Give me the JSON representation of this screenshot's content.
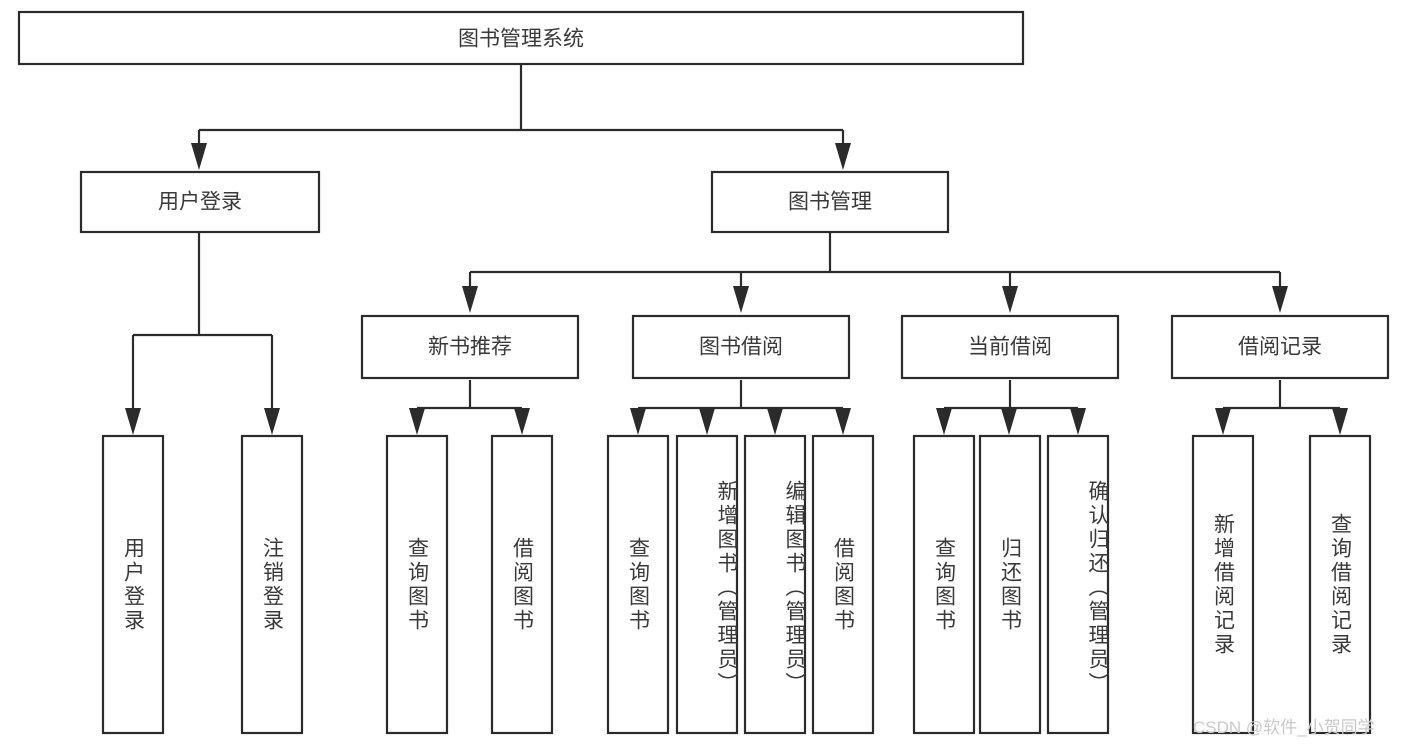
{
  "diagram": {
    "title": "图书管理系统",
    "watermark": "CSDN @软件_小贺同学",
    "colors": {
      "stroke": "#2b2b2b",
      "text": "#3a3a3a",
      "background": "#ffffff",
      "watermark": "#c9c9c9"
    },
    "root": {
      "label": "图书管理系统"
    },
    "level2": [
      {
        "label": "用户登录"
      },
      {
        "label": "图书管理"
      }
    ],
    "level3": [
      {
        "label": "新书推荐"
      },
      {
        "label": "图书借阅"
      },
      {
        "label": "当前借阅"
      },
      {
        "label": "借阅记录"
      }
    ],
    "leaves": {
      "user_login": [
        {
          "label": "用户登录"
        },
        {
          "label": "注销登录"
        }
      ],
      "new_book_recommend": [
        {
          "label": "查询图书"
        },
        {
          "label": "借阅图书"
        }
      ],
      "book_borrow": [
        {
          "label": "查询图书"
        },
        {
          "label": "新增图书（管理员）"
        },
        {
          "label": "编辑图书（管理员）"
        },
        {
          "label": "借阅图书"
        }
      ],
      "current_borrow": [
        {
          "label": "查询图书"
        },
        {
          "label": "归还图书"
        },
        {
          "label": "确认归还（管理员）"
        }
      ],
      "borrow_record": [
        {
          "label": "新增借阅记录"
        },
        {
          "label": "查询借阅记录"
        }
      ]
    }
  },
  "chart_data": {
    "type": "table",
    "title": "图书管理系统 功能结构图",
    "nodes": [
      {
        "id": "root",
        "label": "图书管理系统",
        "level": 0,
        "parent": null
      },
      {
        "id": "user-login",
        "label": "用户登录",
        "level": 1,
        "parent": "root"
      },
      {
        "id": "book-manage",
        "label": "图书管理",
        "level": 1,
        "parent": "root"
      },
      {
        "id": "leaf-user-login",
        "label": "用户登录",
        "level": 2,
        "parent": "user-login"
      },
      {
        "id": "leaf-logout",
        "label": "注销登录",
        "level": 2,
        "parent": "user-login"
      },
      {
        "id": "new-book",
        "label": "新书推荐",
        "level": 2,
        "parent": "book-manage"
      },
      {
        "id": "book-borrow",
        "label": "图书借阅",
        "level": 2,
        "parent": "book-manage"
      },
      {
        "id": "current-borrow",
        "label": "当前借阅",
        "level": 2,
        "parent": "book-manage"
      },
      {
        "id": "borrow-record",
        "label": "借阅记录",
        "level": 2,
        "parent": "book-manage"
      },
      {
        "id": "nb-query",
        "label": "查询图书",
        "level": 3,
        "parent": "new-book"
      },
      {
        "id": "nb-borrow",
        "label": "借阅图书",
        "level": 3,
        "parent": "new-book"
      },
      {
        "id": "bb-query",
        "label": "查询图书",
        "level": 3,
        "parent": "book-borrow"
      },
      {
        "id": "bb-add",
        "label": "新增图书（管理员）",
        "level": 3,
        "parent": "book-borrow"
      },
      {
        "id": "bb-edit",
        "label": "编辑图书（管理员）",
        "level": 3,
        "parent": "book-borrow"
      },
      {
        "id": "bb-borrow",
        "label": "借阅图书",
        "level": 3,
        "parent": "book-borrow"
      },
      {
        "id": "cb-query",
        "label": "查询图书",
        "level": 3,
        "parent": "current-borrow"
      },
      {
        "id": "cb-return",
        "label": "归还图书",
        "level": 3,
        "parent": "current-borrow"
      },
      {
        "id": "cb-confirm",
        "label": "确认归还（管理员）",
        "level": 3,
        "parent": "current-borrow"
      },
      {
        "id": "br-add",
        "label": "新增借阅记录",
        "level": 3,
        "parent": "borrow-record"
      },
      {
        "id": "br-query",
        "label": "查询借阅记录",
        "level": 3,
        "parent": "borrow-record"
      }
    ]
  }
}
